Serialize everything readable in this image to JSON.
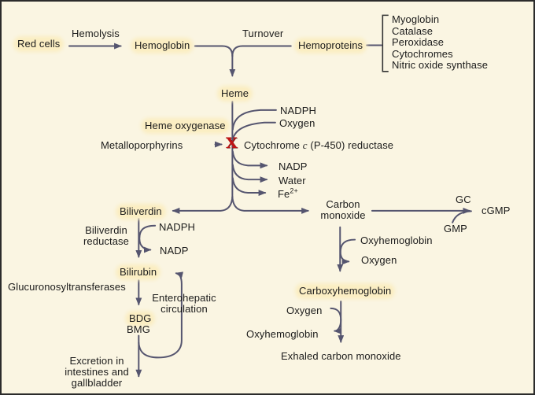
{
  "colors": {
    "background": "#FAF5E2",
    "highlight": "#FBEEC3",
    "line": "#55556F",
    "text": "#1B1B1B",
    "inhibitor": "#C01414",
    "border": "#2B2B2B",
    "bracket": "#333333"
  },
  "labels": {
    "red_cells": "Red cells",
    "hemolysis": "Hemolysis",
    "hemoglobin": "Hemoglobin",
    "turnover": "Turnover",
    "hemoproteins": "Hemoproteins",
    "hemoprotein_list": [
      "Myoglobin",
      "Catalase",
      "Peroxidase",
      "Cytochromes",
      "Nitric oxide synthase"
    ],
    "heme": "Heme",
    "nadph_top": "NADPH",
    "oxygen_top": "Oxygen",
    "heme_oxygenase": "Heme oxygenase",
    "metalloporphyrins": "Metalloporphyrins",
    "inhibition_x": "X",
    "cytochrome_pre": "Cytochrome ",
    "cytochrome_italic": "c",
    "cytochrome_post": " (P-450) reductase",
    "nadp_top": "NADP",
    "water": "Water",
    "fe_base": "Fe",
    "fe_sup": "2+",
    "biliverdin": "Biliverdin",
    "biliverdin_reductase_1": "Biliverdin",
    "biliverdin_reductase_2": "reductase",
    "nadph_mid": "NADPH",
    "nadp_mid": "NADP",
    "bilirubin": "Bilirubin",
    "glucuronosyltransferases": "Glucuronosyltransferases",
    "enterohepatic_1": "Enterohepatic",
    "enterohepatic_2": "circulation",
    "bdg": "BDG",
    "bmg": "BMG",
    "excretion_1": "Excretion in",
    "excretion_2": "intestines and",
    "excretion_3": "gallbladder",
    "carbon_monoxide_1": "Carbon",
    "carbon_monoxide_2": "monoxide",
    "gc": "GC",
    "cgmp": "cGMP",
    "gmp": "GMP",
    "oxyhemoglobin_in": "Oxyhemoglobin",
    "oxygen_released": "Oxygen",
    "carboxyhemoglobin": "Carboxyhemoglobin",
    "oxygen_lungs": "Oxygen",
    "oxyhemoglobin_out": "Oxyhemoglobin",
    "exhaled": "Exhaled carbon monoxide"
  }
}
